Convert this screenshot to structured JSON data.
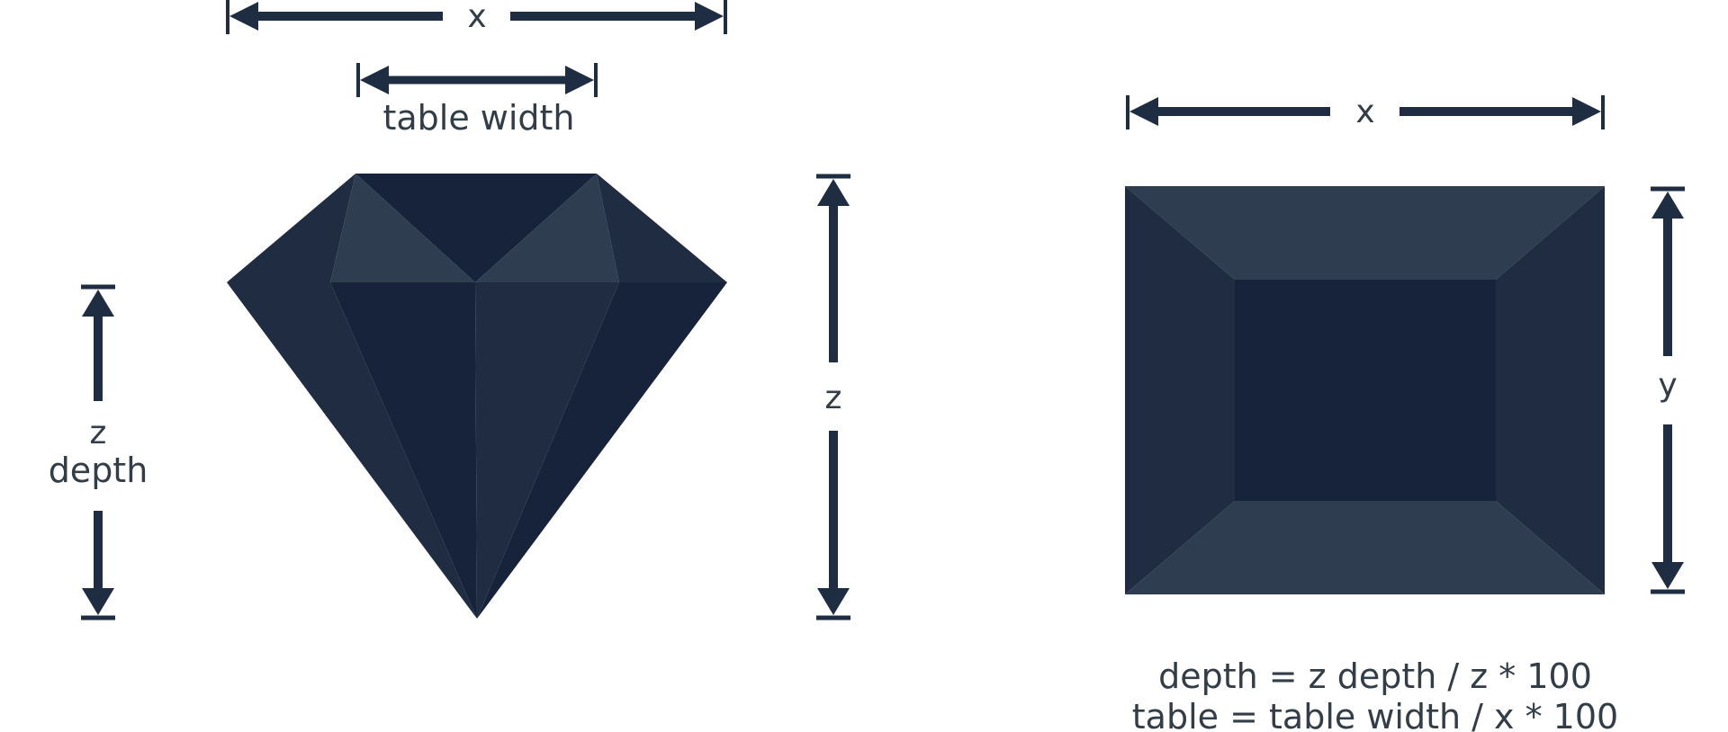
{
  "colors": {
    "ink": "#1e2d42",
    "text": "#333d47",
    "facet_dark": "#17233a",
    "facet_mid": "#1f2c41",
    "facet_light": "#2e3e50",
    "background": "#ffffff"
  },
  "side_view": {
    "top_dimension": "x",
    "table_dimension": "table width",
    "depth_dimension_line1": "z",
    "depth_dimension_line2": "depth",
    "height_dimension": "z"
  },
  "top_view": {
    "width_dimension": "x",
    "height_dimension": "y"
  },
  "formulas": {
    "depth": "depth = z depth / z * 100",
    "table": "table = table width / x * 100"
  }
}
